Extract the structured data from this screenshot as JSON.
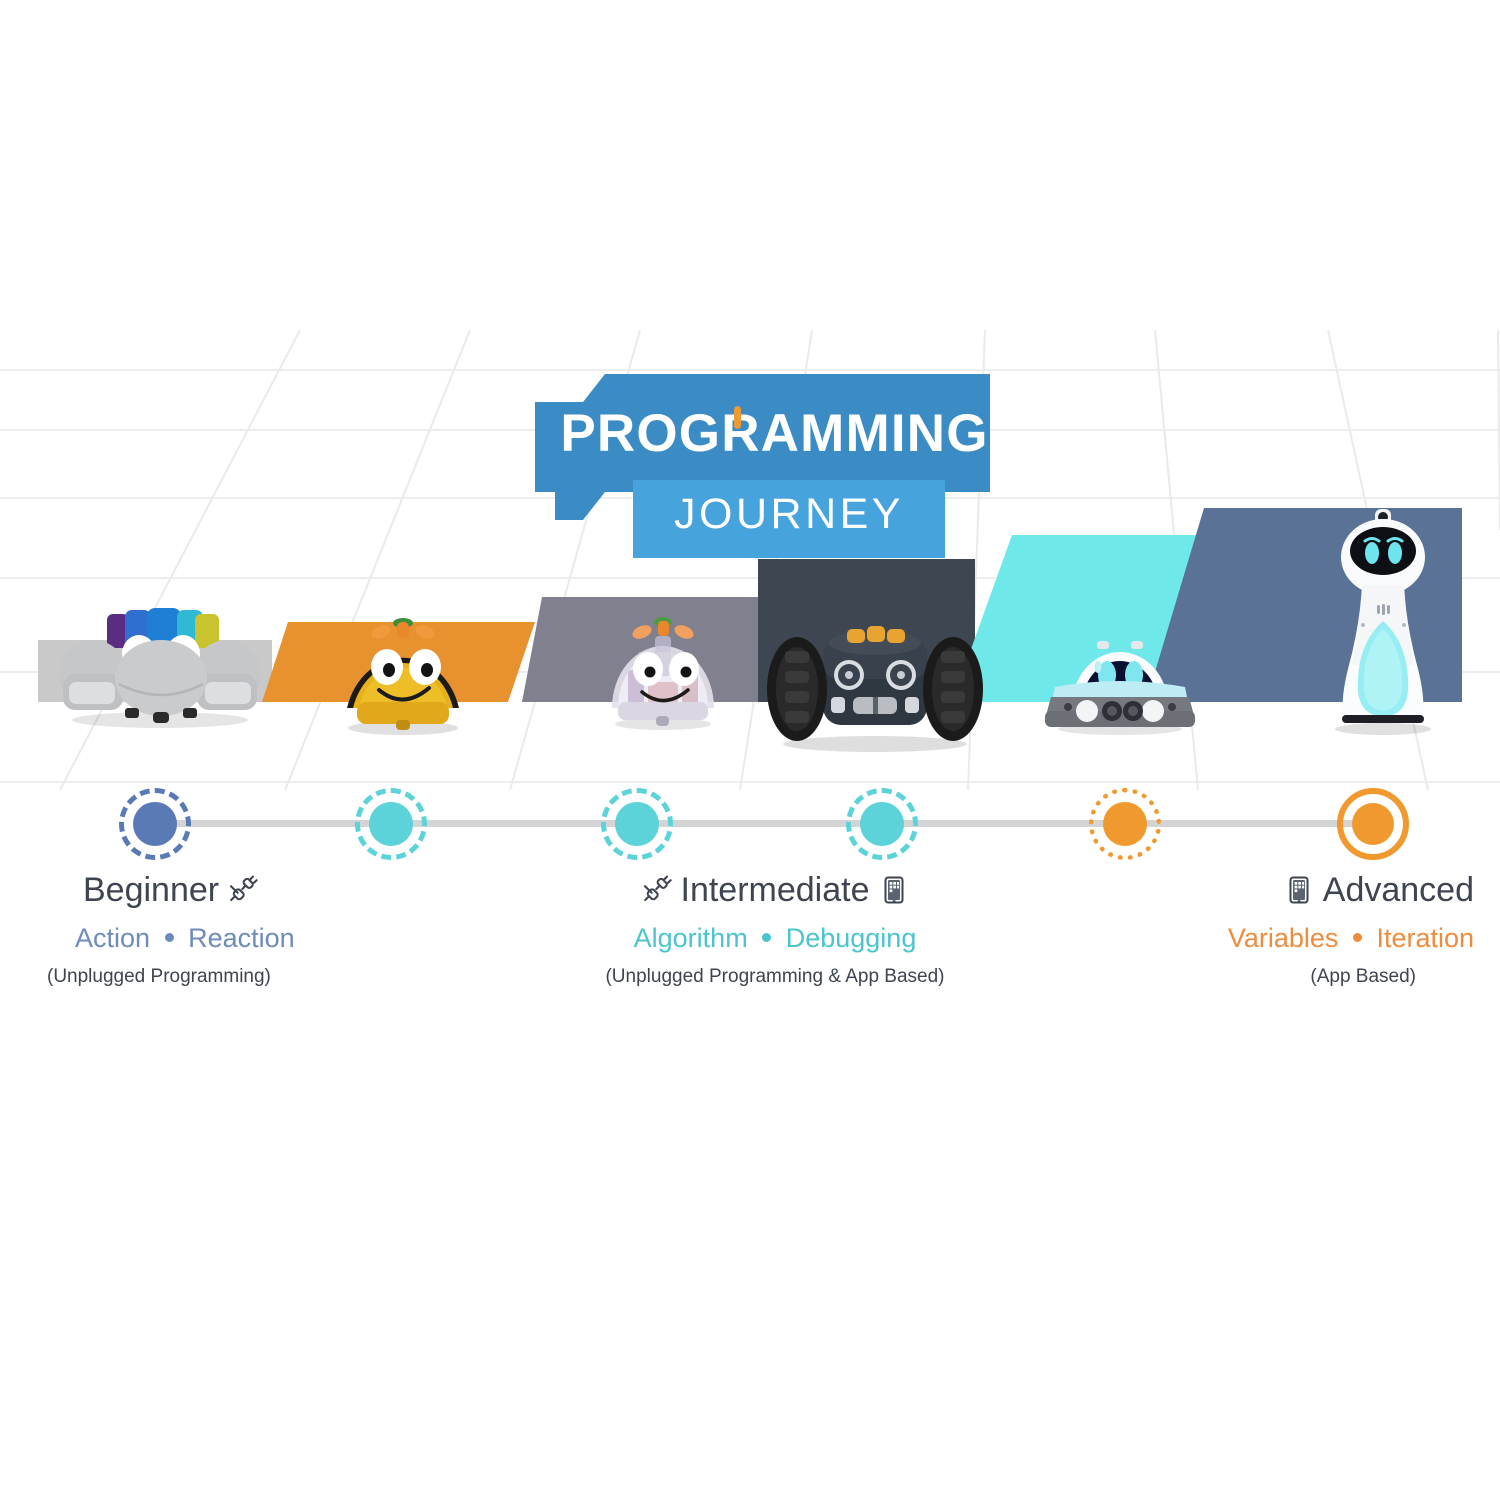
{
  "banner": {
    "title": "PROGRAMMING",
    "subtitle": "JOURNEY",
    "title_bg": "#3B8CC4",
    "subtitle_bg": "#47A3DB",
    "accent": "#EE9A33"
  },
  "background": {
    "grid_color": "#EDEDED",
    "bands": [
      {
        "name": "band-beginner-1",
        "color": "#C9C9C9"
      },
      {
        "name": "band-beginner-2",
        "color": "#E8912F"
      },
      {
        "name": "band-intermediate-1",
        "color": "#80808E"
      },
      {
        "name": "band-intermediate-2",
        "color": "#3E4651"
      },
      {
        "name": "band-advanced-1",
        "color": "#6EE8E8"
      },
      {
        "name": "band-advanced-2",
        "color": "#5A7296"
      }
    ]
  },
  "robots": [
    {
      "name": "code-a-pillar-robot",
      "label": "Colour-segment floor robot"
    },
    {
      "name": "bee-bot-robot",
      "label": "Yellow dome floor robot"
    },
    {
      "name": "blue-bot-robot",
      "label": "Transparent dome floor robot"
    },
    {
      "name": "rugged-rover-robot",
      "label": "Dark all-terrain wheeled robot"
    },
    {
      "name": "botley-robot",
      "label": "Cyan-eyed coding robot"
    },
    {
      "name": "humanoid-companion-robot",
      "label": "Tall white companion robot"
    }
  ],
  "timeline": {
    "track_color": "#D4D4D4",
    "nodes": [
      {
        "name": "node-1",
        "color": "#5A7AB5",
        "ring": "dashed"
      },
      {
        "name": "node-2",
        "color": "#5BD3D8",
        "ring": "dashed"
      },
      {
        "name": "node-3",
        "color": "#5BD3D8",
        "ring": "dashed"
      },
      {
        "name": "node-4",
        "color": "#5BD3D8",
        "ring": "dashed"
      },
      {
        "name": "node-5",
        "color": "#F0992E",
        "ring": "dotted"
      },
      {
        "name": "node-6",
        "color": "#F0992E",
        "ring": "solid"
      }
    ]
  },
  "stages": [
    {
      "id": "beginner",
      "title": "Beginner",
      "skill_first": "Action",
      "skill_second": "Reaction",
      "note": "(Unplugged Programming)",
      "color": "#6E8BBD",
      "icons": [
        "unplugged-icon"
      ]
    },
    {
      "id": "intermediate",
      "title": "Intermediate",
      "skill_first": "Algorithm",
      "skill_second": "Debugging",
      "note": "(Unplugged Programming & App Based)",
      "color": "#4BC4CE",
      "icons": [
        "unplugged-icon",
        "tablet-app-icon"
      ]
    },
    {
      "id": "advanced",
      "title": "Advanced",
      "skill_first": "Variables",
      "skill_second": "Iteration",
      "note": "(App Based)",
      "color": "#EE8C3C",
      "icons": [
        "tablet-app-icon"
      ]
    }
  ]
}
